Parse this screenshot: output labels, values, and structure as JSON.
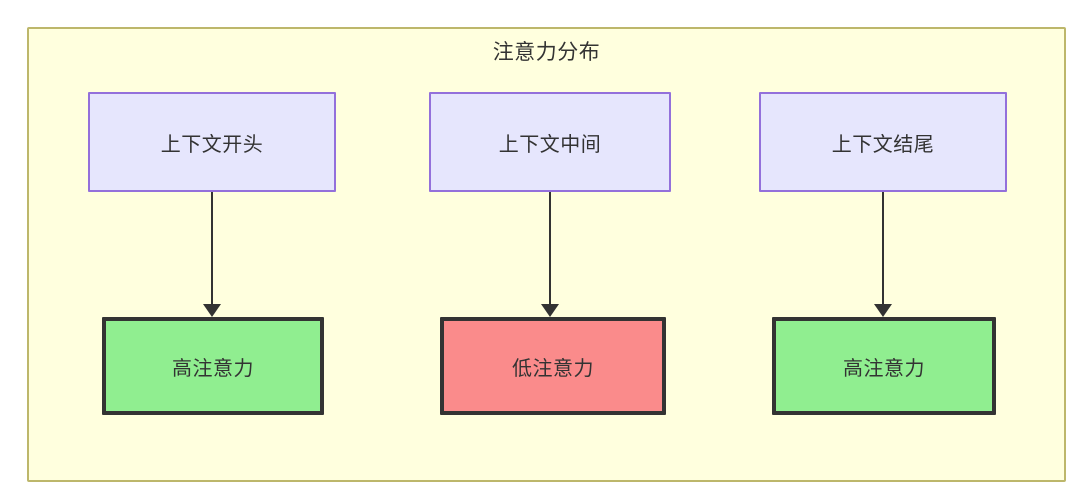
{
  "diagram": {
    "title": "注意力分布",
    "container": {
      "fill": "#ffffde",
      "stroke": "#bdb76b"
    },
    "context_nodes": [
      {
        "id": "ctx-start",
        "label": "上下文开头",
        "fill": "#e6e6fd",
        "stroke": "#9370db"
      },
      {
        "id": "ctx-middle",
        "label": "上下文中间",
        "fill": "#e6e6fd",
        "stroke": "#9370db"
      },
      {
        "id": "ctx-end",
        "label": "上下文结尾",
        "fill": "#e6e6fd",
        "stroke": "#9370db"
      }
    ],
    "attention_nodes": [
      {
        "id": "attn-high-start",
        "label": "高注意力",
        "level": "high",
        "fill": "#90ee90",
        "stroke": "#333333"
      },
      {
        "id": "attn-low-middle",
        "label": "低注意力",
        "level": "low",
        "fill": "#fa8b8b",
        "stroke": "#333333"
      },
      {
        "id": "attn-high-end",
        "label": "高注意力",
        "level": "high",
        "fill": "#90ee90",
        "stroke": "#333333"
      }
    ],
    "edges": [
      {
        "from": "ctx-start",
        "to": "attn-high-start",
        "label": ""
      },
      {
        "from": "ctx-middle",
        "to": "attn-low-middle",
        "label": ""
      },
      {
        "from": "ctx-end",
        "to": "attn-high-end",
        "label": ""
      }
    ]
  }
}
